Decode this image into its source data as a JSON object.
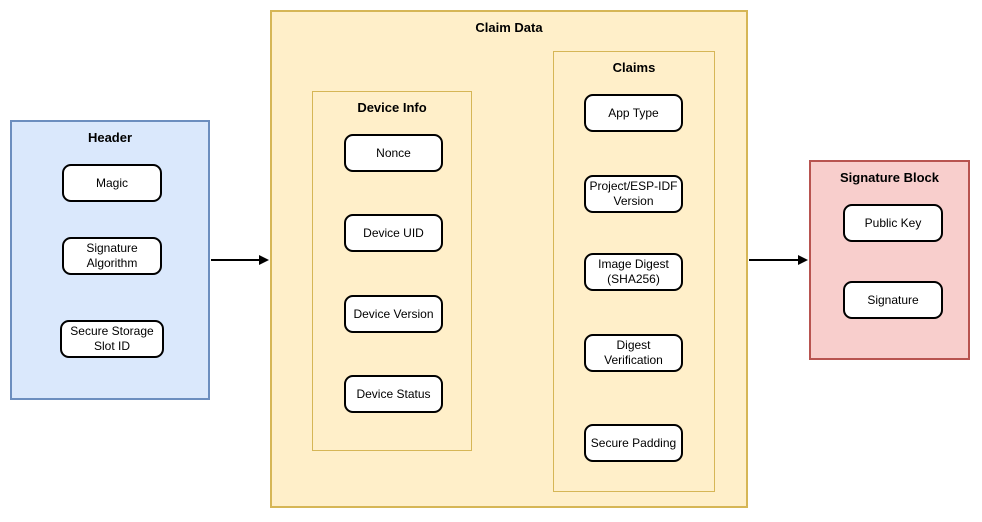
{
  "diagram": {
    "header": {
      "title": "Header",
      "items": [
        "Magic",
        "Signature Algorithm",
        "Secure Storage Slot ID"
      ]
    },
    "claim_data": {
      "title": "Claim Data",
      "device_info": {
        "title": "Device Info",
        "items": [
          "Nonce",
          "Device UID",
          "Device Version",
          "Device Status"
        ]
      },
      "claims": {
        "title": "Claims",
        "items": [
          "App Type",
          "Project/ESP-IDF Version",
          "Image Digest (SHA256)",
          "Digest Verification",
          "Secure Padding"
        ]
      }
    },
    "signature_block": {
      "title": "Signature Block",
      "items": [
        "Public Key",
        "Signature"
      ]
    }
  },
  "colors": {
    "header_fill": "#dae8fc",
    "header_stroke": "#6c8ebf",
    "claim_fill": "#ffefc9",
    "claim_stroke": "#d6b656",
    "signature_fill": "#f8cecc",
    "signature_stroke": "#b85450",
    "node_fill": "#ffffff",
    "node_stroke": "#000000",
    "arrow": "#000000"
  }
}
